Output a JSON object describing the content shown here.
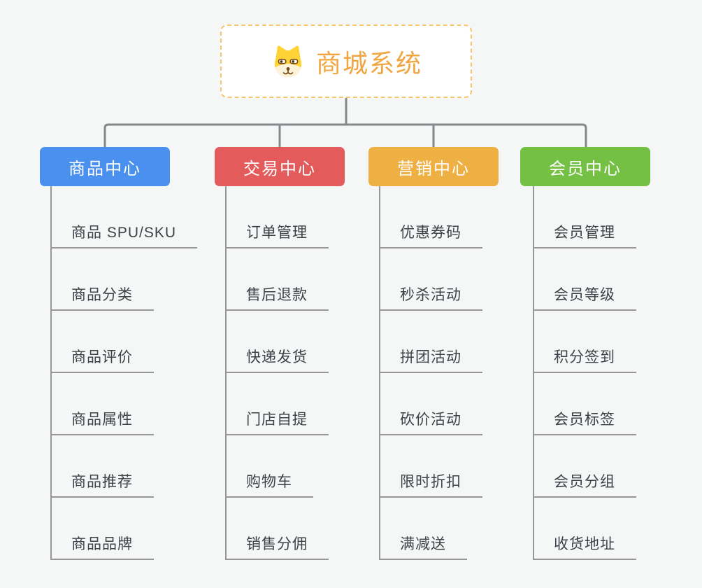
{
  "root": {
    "title": "商城系统",
    "icon": "dog-face-icon",
    "title_color": "#f0a541",
    "border_color": "#f6c66f"
  },
  "branches": [
    {
      "label": "商品中心",
      "color": "#4a90ee",
      "children": [
        "商品 SPU/SKU",
        "商品分类",
        "商品评价",
        "商品属性",
        "商品推荐",
        "商品品牌"
      ]
    },
    {
      "label": "交易中心",
      "color": "#e45b5c",
      "children": [
        "订单管理",
        "售后退款",
        "快递发货",
        "门店自提",
        "购物车",
        "销售分佣"
      ]
    },
    {
      "label": "营销中心",
      "color": "#eeb043",
      "children": [
        "优惠券码",
        "秒杀活动",
        "拼团活动",
        "砍价活动",
        "限时折扣",
        "满减送"
      ]
    },
    {
      "label": "会员中心",
      "color": "#74c044",
      "children": [
        "会员管理",
        "会员等级",
        "积分签到",
        "会员标签",
        "会员分组",
        "收货地址"
      ]
    }
  ],
  "connector_color": "#85878a",
  "child_line_color": "#97979b",
  "background_color": "#f5f6f6"
}
